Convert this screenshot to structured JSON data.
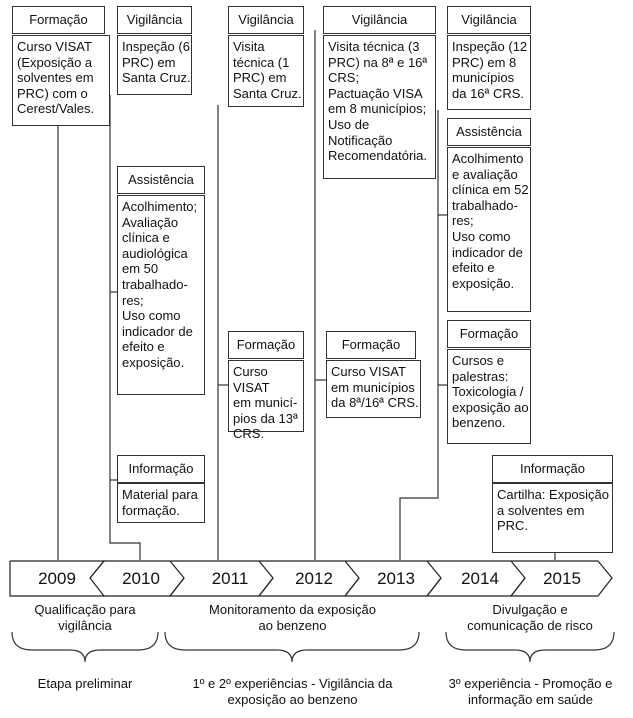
{
  "boxes": [
    {
      "title": "Formação",
      "text": "Curso VISAT\n(Exposição a\nsolventes em\nPRC) com o\nCerest/Vales."
    },
    {
      "title": "Vigilância",
      "text": "Inspeção (6\nPRC) em\nSanta Cruz."
    },
    {
      "title": "Assistência",
      "text": "Acolhimento;\nAvaliação\nclínica e\naudiológica\nem 50\ntrabalhado-\nres;\nUso como\nindicador de\nefeito e\nexposição."
    },
    {
      "title": "Informação",
      "text": "Material para\nformação."
    },
    {
      "title": "Vigilância",
      "text": "Visita\ntécnica (1\nPRC) em\nSanta Cruz."
    },
    {
      "title": "Formação",
      "text": "Curso VISAT\nem municí-\npios da 13ª\nCRS."
    },
    {
      "title": "Vigilância",
      "text": "Visita técnica (3\nPRC) na 8ª e 16ª\nCRS;\nPactuação VISA\nem 8 municípios;\nUso de\nNotificação\nRecomendatória."
    },
    {
      "title": "Formação",
      "text": "Curso VISAT\nem municípios\nda 8ª/16ª CRS."
    },
    {
      "title": "Vigilância",
      "text": "Inspeção (12\nPRC) em 8\nmunicípios\nda 16ª CRS."
    },
    {
      "title": "Assistência",
      "text": "Acolhimento\ne avaliação\nclínica em 52\ntrabalhado-\nres;\nUso como\nindicador de\nefeito e\nexposição."
    },
    {
      "title": "Formação",
      "text": "Cursos e\npalestras:\nToxicologia /\nexposição ao\nbenzeno."
    },
    {
      "title": "Informação",
      "text": "Cartilha: Exposição\na solventes em\nPRC."
    }
  ],
  "years": [
    "2009",
    "2010",
    "2011",
    "2012",
    "2013",
    "2014",
    "2015"
  ],
  "periods": [
    "Qualificação para\nvigilância",
    "Monitoramento da exposição\nao benzeno",
    "Divulgação e\ncomunicação de risco"
  ],
  "stages": [
    "Etapa preliminar",
    "1º e 2º experiências - Vigilância da\nexposição ao benzeno",
    "3º experiência - Promoção e\ninformação em saúde"
  ]
}
